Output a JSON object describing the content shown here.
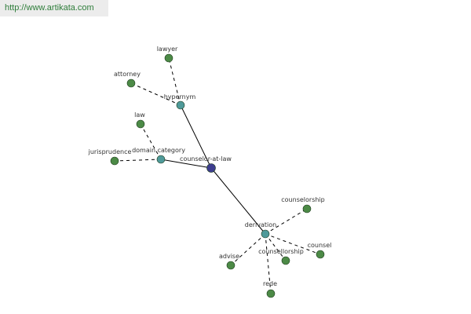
{
  "banner": {
    "url": "http://www.artikata.com"
  },
  "graph": {
    "colors": {
      "center": "#3d3d8f",
      "relation": "#4f9a9a",
      "leaf": "#4c8a46",
      "edge": "#000000"
    },
    "nodes": [
      {
        "id": "counselor-at-law",
        "label": "counselor-at-law",
        "kind": "center"
      },
      {
        "id": "hypernym",
        "label": "hypernym",
        "kind": "relation"
      },
      {
        "id": "domain-category",
        "label": "domain category",
        "kind": "relation"
      },
      {
        "id": "derivation",
        "label": "derivation",
        "kind": "relation"
      },
      {
        "id": "lawyer",
        "label": "lawyer",
        "kind": "leaf"
      },
      {
        "id": "attorney",
        "label": "attorney",
        "kind": "leaf"
      },
      {
        "id": "law",
        "label": "law",
        "kind": "leaf"
      },
      {
        "id": "jurisprudence",
        "label": "jurisprudence",
        "kind": "leaf"
      },
      {
        "id": "counselorship",
        "label": "counselorship",
        "kind": "leaf"
      },
      {
        "id": "counselorship-2",
        "label": "counsellorship",
        "kind": "leaf"
      },
      {
        "id": "counsel",
        "label": "counsel",
        "kind": "leaf"
      },
      {
        "id": "advise",
        "label": "advise",
        "kind": "leaf"
      },
      {
        "id": "rede",
        "label": "rede",
        "kind": "leaf"
      }
    ],
    "edges": [
      {
        "from": "counselor-at-law",
        "to": "hypernym",
        "style": "solid"
      },
      {
        "from": "counselor-at-law",
        "to": "domain-category",
        "style": "solid"
      },
      {
        "from": "counselor-at-law",
        "to": "derivation",
        "style": "solid"
      },
      {
        "from": "hypernym",
        "to": "lawyer",
        "style": "dashed"
      },
      {
        "from": "hypernym",
        "to": "attorney",
        "style": "dashed"
      },
      {
        "from": "domain-category",
        "to": "law",
        "style": "dashed"
      },
      {
        "from": "domain-category",
        "to": "jurisprudence",
        "style": "dashed"
      },
      {
        "from": "derivation",
        "to": "counselorship",
        "style": "dashed"
      },
      {
        "from": "derivation",
        "to": "counselorship-2",
        "style": "dashed"
      },
      {
        "from": "derivation",
        "to": "counsel",
        "style": "dashed"
      },
      {
        "from": "derivation",
        "to": "advise",
        "style": "dashed"
      },
      {
        "from": "derivation",
        "to": "rede",
        "style": "dashed"
      }
    ]
  }
}
